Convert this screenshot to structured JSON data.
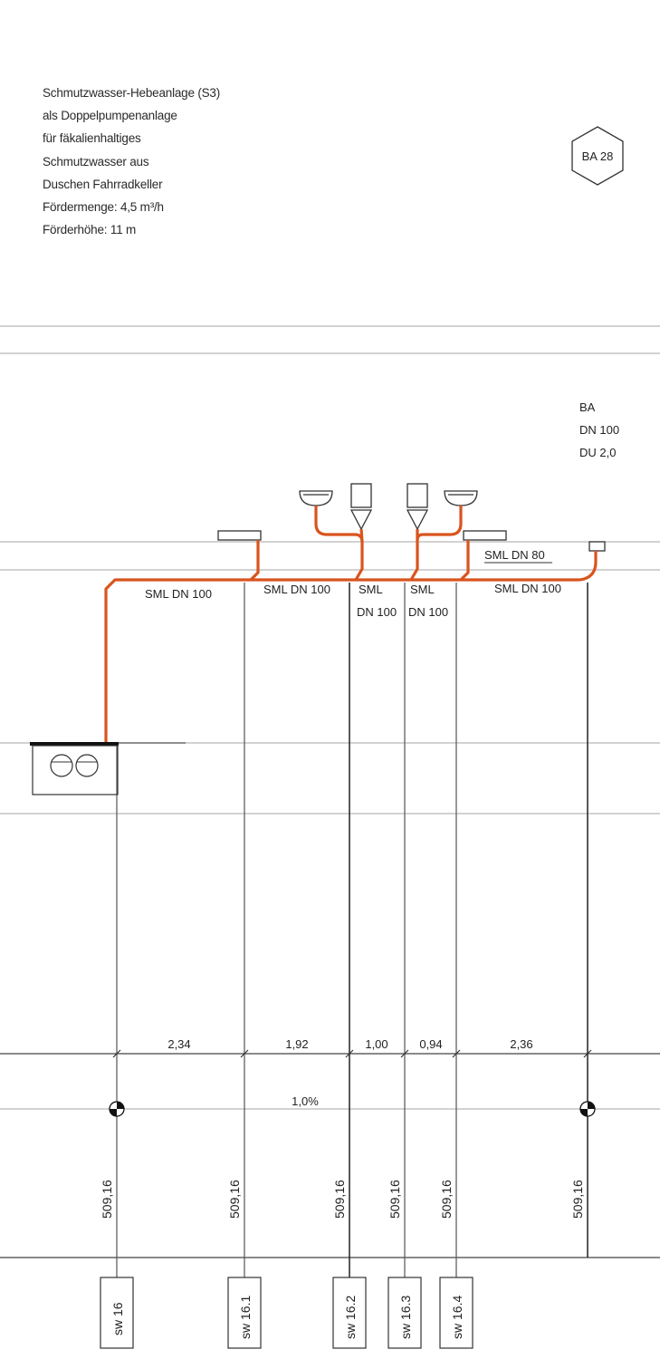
{
  "note": {
    "lines": [
      "Schmutzwasser-Hebeanlage (S3)",
      "als Doppelpumpenanlage",
      "für fäkalienhaltiges",
      "Schmutzwasser aus",
      "Duschen Fahrradkeller",
      "Fördermenge: 4,5 m³/h",
      "Förderhöhe: 11 m"
    ]
  },
  "ba_hex": "BA 28",
  "ba_label": [
    "BA",
    "DN 100",
    "DU 2,0"
  ],
  "pipes": {
    "sml_dn80": "SML DN 80",
    "sml_dn100_1": "SML DN 100",
    "sml_dn100_2": "SML DN 100",
    "sml_a": "SML",
    "dn100_a": "DN 100",
    "sml_b": "SML",
    "dn100_b": "DN 100",
    "sml_dn100_3": "SML DN 100"
  },
  "distances": [
    "2,34",
    "1,92",
    "1,00",
    "0,94",
    "2,36"
  ],
  "slope": "1,0%",
  "elevations": [
    "509,16",
    "509,16",
    "509,16",
    "509,16",
    "509,16",
    "509,16"
  ],
  "strands": [
    "sw 16",
    "sw 16.1",
    "sw 16.2",
    "sw 16.3",
    "sw 16.4"
  ],
  "colors": {
    "pipe": "#d9541e",
    "line": "#555555",
    "grid": "#b5b5b5"
  }
}
